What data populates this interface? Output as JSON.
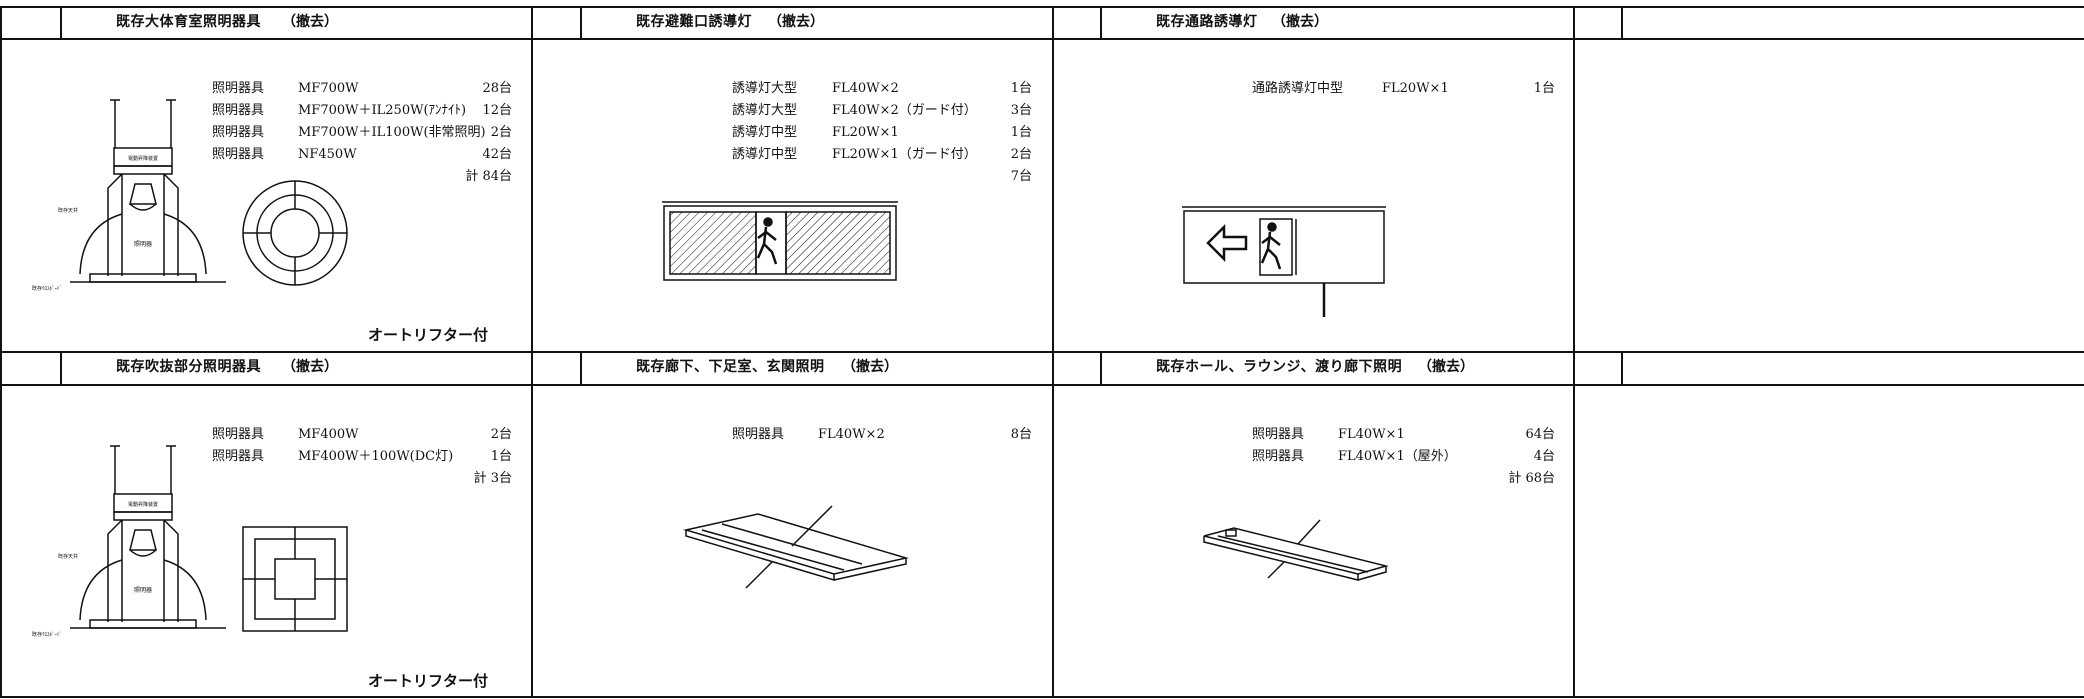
{
  "panels": [
    {
      "title": "既存大体育室照明器具",
      "remark": "（撤去）",
      "items": [
        {
          "name": "照明器具",
          "model": "MF700W",
          "qty": "28台"
        },
        {
          "name": "照明器具",
          "model": "MF700W＋IL250W(ｱﾝﾅｲﾄ)",
          "qty": "12台"
        },
        {
          "name": "照明器具",
          "model": "MF700W＋IL100W(非常照明)",
          "qty": "2台"
        },
        {
          "name": "照明器具",
          "model": "NF450W",
          "qty": "42台"
        }
      ],
      "total": "計  84台",
      "note": "オートリフター付"
    },
    {
      "title": "既存避難口誘導灯",
      "remark": "（撤去）",
      "items": [
        {
          "name": "誘導灯大型",
          "model": "FL40W×2",
          "qty": "1台"
        },
        {
          "name": "誘導灯大型",
          "model": "FL40W×2（ガード付）",
          "qty": "3台"
        },
        {
          "name": "誘導灯中型",
          "model": "FL20W×1",
          "qty": "1台"
        },
        {
          "name": "誘導灯中型",
          "model": "FL20W×1（ガード付）",
          "qty": "2台"
        }
      ],
      "total": "7台"
    },
    {
      "title": "既存通路誘導灯",
      "remark": "（撤去）",
      "items": [
        {
          "name": "通路誘導灯中型",
          "model": "FL20W×1",
          "qty": "1台"
        }
      ]
    },
    {
      "title": "既存吹抜部分照明器具",
      "remark": "（撤去）",
      "items": [
        {
          "name": "照明器具",
          "model": "MF400W",
          "qty": "2台"
        },
        {
          "name": "照明器具",
          "model": "MF400W＋100W(DC灯)",
          "qty": "1台"
        }
      ],
      "total": "計  3台",
      "note": "オートリフター付"
    },
    {
      "title": "既存廊下、下足室、玄関照明",
      "remark": "（撤去）",
      "items": [
        {
          "name": "照明器具",
          "model": "FL40W×2",
          "qty": "8台"
        }
      ]
    },
    {
      "title": "既存ホール、ラウンジ、渡り廊下照明",
      "remark": "（撤去）",
      "items": [
        {
          "name": "照明器具",
          "model": "FL40W×1",
          "qty": "64台"
        },
        {
          "name": "照明器具",
          "model": "FL40W×1（屋外）",
          "qty": "4台"
        }
      ],
      "total": "計  68台"
    }
  ],
  "drawing_labels": {
    "box_label": "電動昇降装置",
    "ceiling_left": "既存天井",
    "fixture_center": "照明器",
    "board_label": "既存ｸﾛｽﾎﾞｰﾄﾞ"
  }
}
